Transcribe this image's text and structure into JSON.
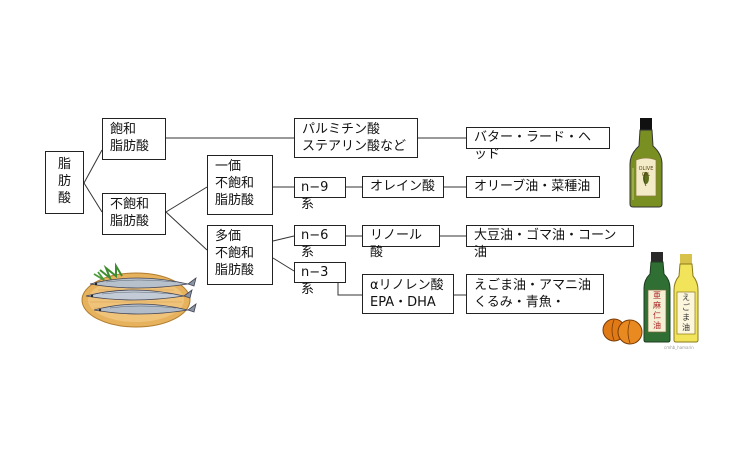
{
  "nodes": {
    "root": "脂\n肪\n酸",
    "saturated": "飽和\n脂肪酸",
    "unsaturated": "不飽和\n脂肪酸",
    "mono": "一価\n不飽和\n脂肪酸",
    "poly": "多価\n不飽和\n脂肪酸",
    "n9": "n−9系",
    "n6": "n−6系",
    "n3": "n−3系",
    "palmitic": "パルミチン酸\nステアリン酸など",
    "oleic": "オレイン酸",
    "linoleic": "リノール酸",
    "alpha": "αリノレン酸\nEPA・DHA",
    "butter": "バター・ラード・ヘッド",
    "olive": "オリーブ油・菜種油",
    "soy": "大豆油・ゴマ油・コーン油",
    "egoma": "えごま油・アマニ油\nくるみ・青魚・"
  },
  "illustrations": {
    "olive_bottle": {
      "icon": "olive-oil-bottle-icon",
      "label": "OLIVE\nOIL"
    },
    "fish": {
      "icon": "fish-plate-icon"
    },
    "oil_bottles": [
      {
        "icon": "linseed-oil-bottle-icon",
        "label": "亜\n麻\n仁\n油"
      },
      {
        "icon": "egoma-oil-bottle-icon",
        "label": "え\nご\nま\n油"
      }
    ],
    "walnuts": {
      "icon": "walnut-icon"
    },
    "credit": "cmhb_hamarin"
  }
}
